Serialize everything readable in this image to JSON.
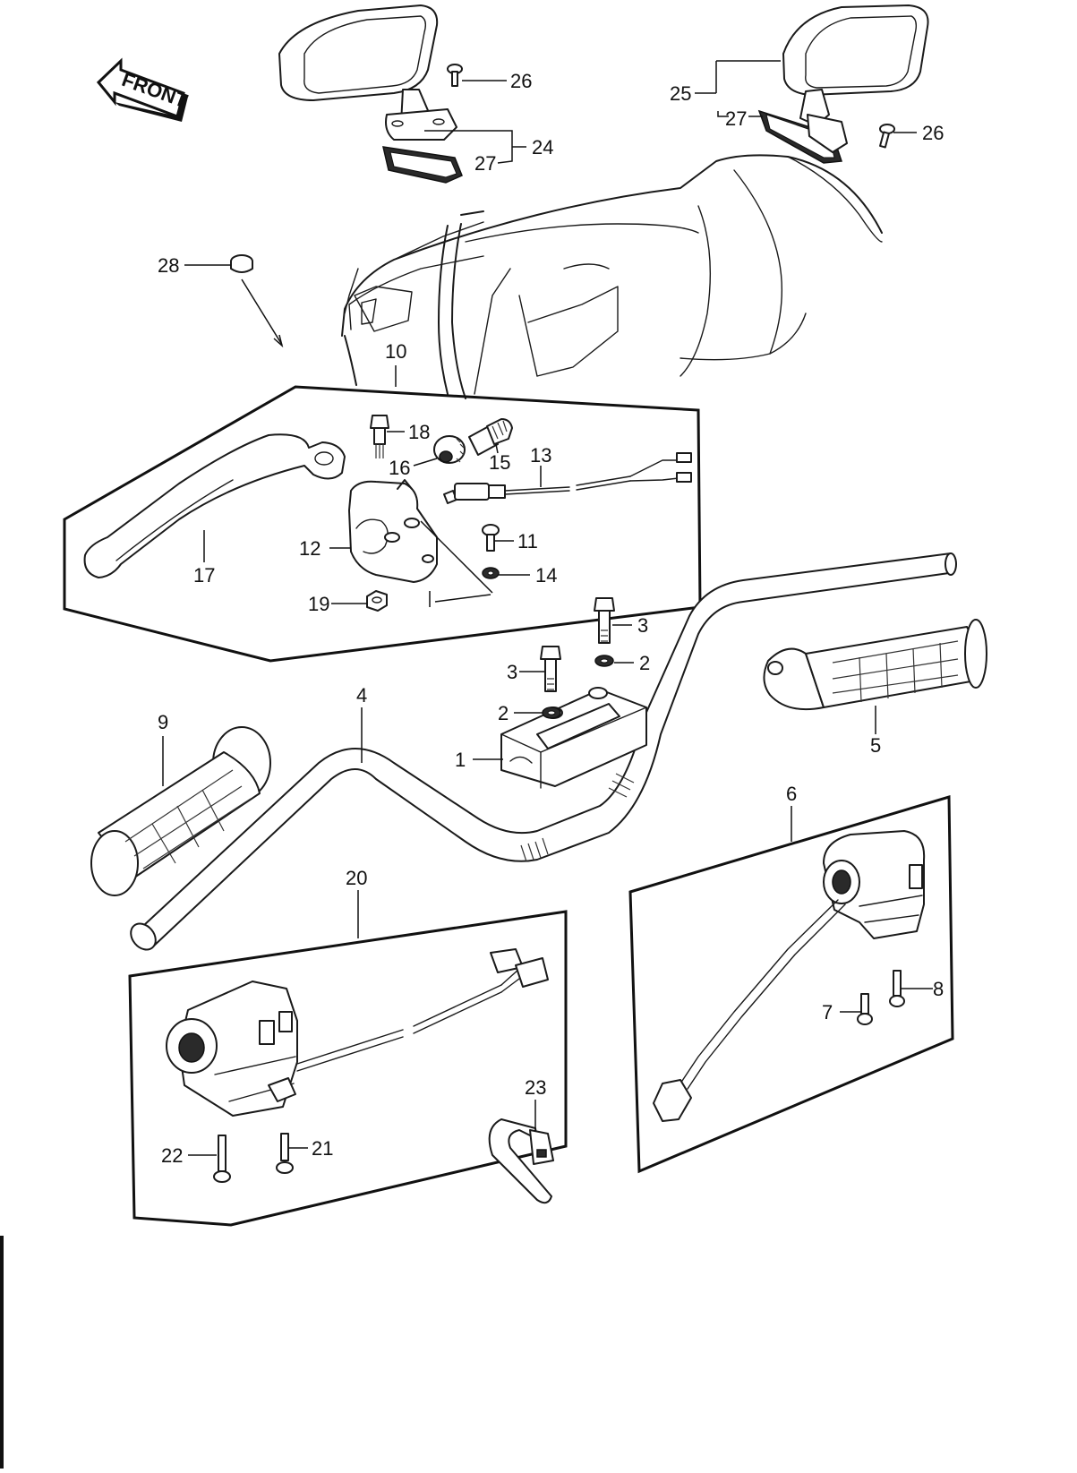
{
  "front_label": "FRONT",
  "callouts": {
    "c1": "1",
    "c2a": "2",
    "c2b": "2",
    "c3a": "3",
    "c3b": "3",
    "c4": "4",
    "c5": "5",
    "c6": "6",
    "c7": "7",
    "c8": "8",
    "c9": "9",
    "c10": "10",
    "c11": "11",
    "c12": "12",
    "c13": "13",
    "c14": "14",
    "c15": "15",
    "c16": "16",
    "c17": "17",
    "c18": "18",
    "c19": "19",
    "c20": "20",
    "c21": "21",
    "c22": "22",
    "c23": "23",
    "c24": "24",
    "c25": "25",
    "c26a": "26",
    "c26b": "26",
    "c27a": "27",
    "c27b": "27",
    "c28": "28"
  }
}
